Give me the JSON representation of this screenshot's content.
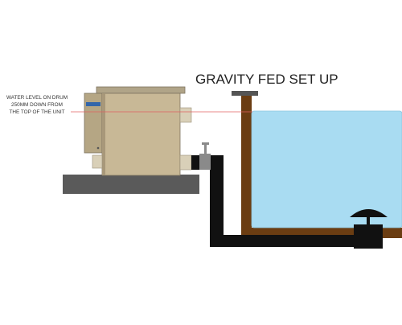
{
  "title": "GRAVITY FED SET UP",
  "annotation": {
    "lines": [
      "WATER LEVEL ON DRUM",
      "250MM DOWN FROM",
      "THE TOP OF THE UNIT"
    ]
  },
  "colors": {
    "background": "#ffffff",
    "platform": "#5a5a5a",
    "unit_body": "#c8b896",
    "unit_shade": "#a8987a",
    "unit_lid": "#b0a488",
    "fitting": "#d9d0b8",
    "pipe": "#111111",
    "pond_wall": "#6b3d12",
    "pond_water": "#a9dcf2",
    "water_level_line": "#e06060",
    "valve": "#8a8a8a",
    "cap": "#666666",
    "label_tag": "#3366aa"
  },
  "icons": [
    "drum-filter-unit",
    "valve-icon",
    "bottom-drain-icon"
  ]
}
